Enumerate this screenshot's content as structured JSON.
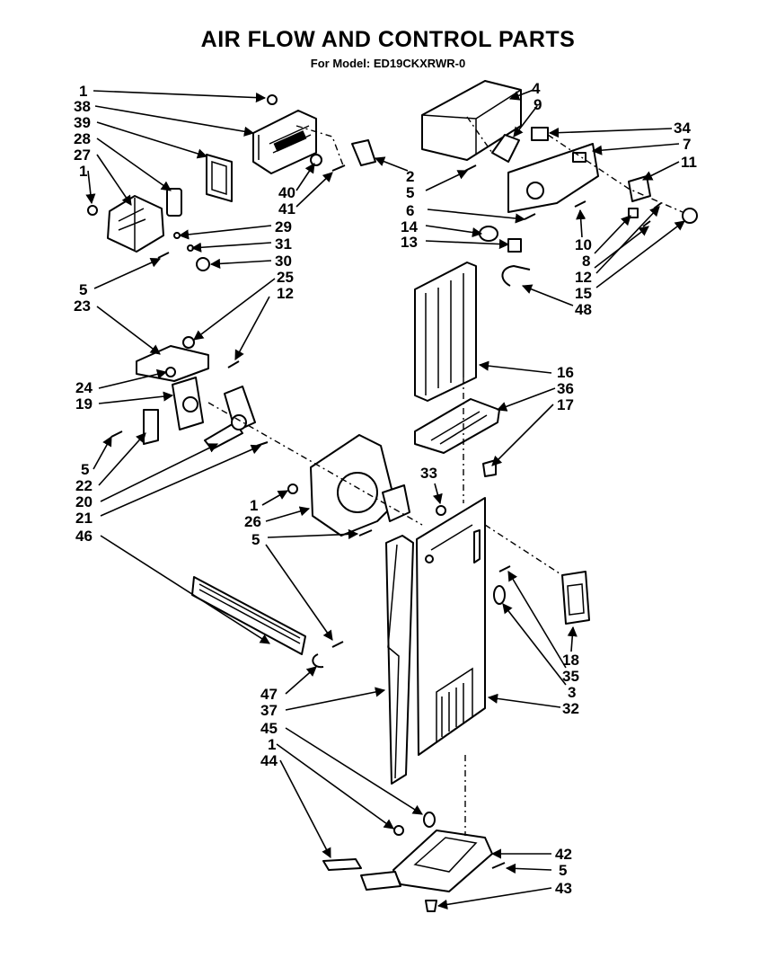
{
  "header": {
    "title": "AIR FLOW AND CONTROL PARTS",
    "subtitle": "For Model: ED19CKXRWR-0"
  },
  "callouts": [
    {
      "id": "c-1-top",
      "text": "1"
    },
    {
      "id": "c-38",
      "text": "38"
    },
    {
      "id": "c-39",
      "text": "39"
    },
    {
      "id": "c-28",
      "text": "28"
    },
    {
      "id": "c-27",
      "text": "27"
    },
    {
      "id": "c-1-b",
      "text": "1"
    },
    {
      "id": "c-5-a",
      "text": "5"
    },
    {
      "id": "c-23",
      "text": "23"
    },
    {
      "id": "c-24",
      "text": "24"
    },
    {
      "id": "c-19",
      "text": "19"
    },
    {
      "id": "c-5-b",
      "text": "5"
    },
    {
      "id": "c-22",
      "text": "22"
    },
    {
      "id": "c-20",
      "text": "20"
    },
    {
      "id": "c-21",
      "text": "21"
    },
    {
      "id": "c-46",
      "text": "46"
    },
    {
      "id": "c-40",
      "text": "40"
    },
    {
      "id": "c-41",
      "text": "41"
    },
    {
      "id": "c-29",
      "text": "29"
    },
    {
      "id": "c-31",
      "text": "31"
    },
    {
      "id": "c-30",
      "text": "30"
    },
    {
      "id": "c-25",
      "text": "25"
    },
    {
      "id": "c-12-a",
      "text": "12"
    },
    {
      "id": "c-2",
      "text": "2"
    },
    {
      "id": "c-5-c",
      "text": "5"
    },
    {
      "id": "c-6",
      "text": "6"
    },
    {
      "id": "c-14",
      "text": "14"
    },
    {
      "id": "c-13",
      "text": "13"
    },
    {
      "id": "c-4",
      "text": "4"
    },
    {
      "id": "c-9",
      "text": "9"
    },
    {
      "id": "c-34",
      "text": "34"
    },
    {
      "id": "c-7",
      "text": "7"
    },
    {
      "id": "c-11",
      "text": "11"
    },
    {
      "id": "c-10",
      "text": "10"
    },
    {
      "id": "c-8",
      "text": "8"
    },
    {
      "id": "c-12-b",
      "text": "12"
    },
    {
      "id": "c-15",
      "text": "15"
    },
    {
      "id": "c-48",
      "text": "48"
    },
    {
      "id": "c-16",
      "text": "16"
    },
    {
      "id": "c-36",
      "text": "36"
    },
    {
      "id": "c-17",
      "text": "17"
    },
    {
      "id": "c-33",
      "text": "33"
    },
    {
      "id": "c-1-c",
      "text": "1"
    },
    {
      "id": "c-26",
      "text": "26"
    },
    {
      "id": "c-5-d",
      "text": "5"
    },
    {
      "id": "c-18",
      "text": "18"
    },
    {
      "id": "c-35",
      "text": "35"
    },
    {
      "id": "c-3",
      "text": "3"
    },
    {
      "id": "c-32",
      "text": "32"
    },
    {
      "id": "c-47",
      "text": "47"
    },
    {
      "id": "c-37",
      "text": "37"
    },
    {
      "id": "c-45",
      "text": "45"
    },
    {
      "id": "c-1-d",
      "text": "1"
    },
    {
      "id": "c-44",
      "text": "44"
    },
    {
      "id": "c-42",
      "text": "42"
    },
    {
      "id": "c-5-e",
      "text": "5"
    },
    {
      "id": "c-43",
      "text": "43"
    }
  ]
}
